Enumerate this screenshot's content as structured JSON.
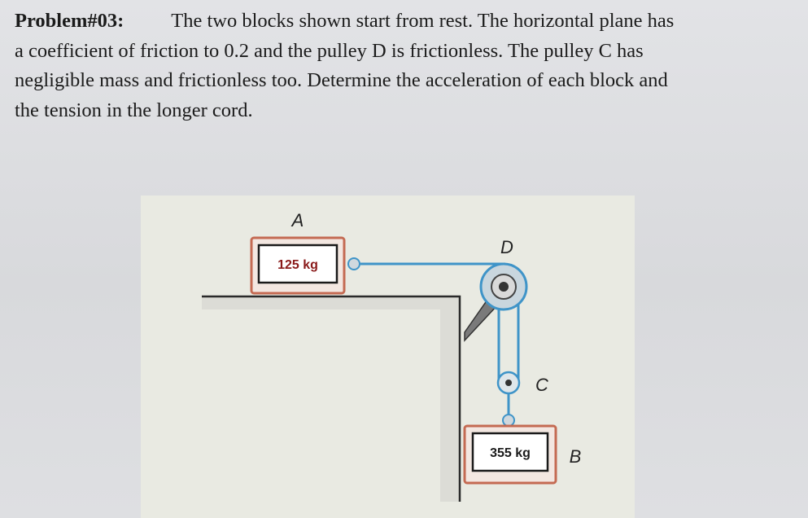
{
  "problem": {
    "label": "Problem#03:",
    "text_line1": "The two blocks shown start from rest. The horizontal plane has",
    "text_line2": "a coefficient of friction to 0.2 and the pulley D is frictionless. The pulley C has",
    "text_line3": "negligible mass and frictionless too. Determine the acceleration of each block and",
    "text_line4": "the tension in the longer cord."
  },
  "figure": {
    "block_a": {
      "letter": "A",
      "mass": "125 kg"
    },
    "block_b": {
      "letter": "B",
      "mass": "355 kg"
    },
    "pulley_d": {
      "letter": "D"
    },
    "pulley_c": {
      "letter": "C"
    },
    "colors": {
      "cord": "#3f94c8",
      "block_fill": "#f3e7e1",
      "block_border": "#c46a52",
      "label_box_border": "#1a1a1a",
      "mass_text": "#8a1a1a",
      "surface": "#bdbdb6"
    }
  }
}
